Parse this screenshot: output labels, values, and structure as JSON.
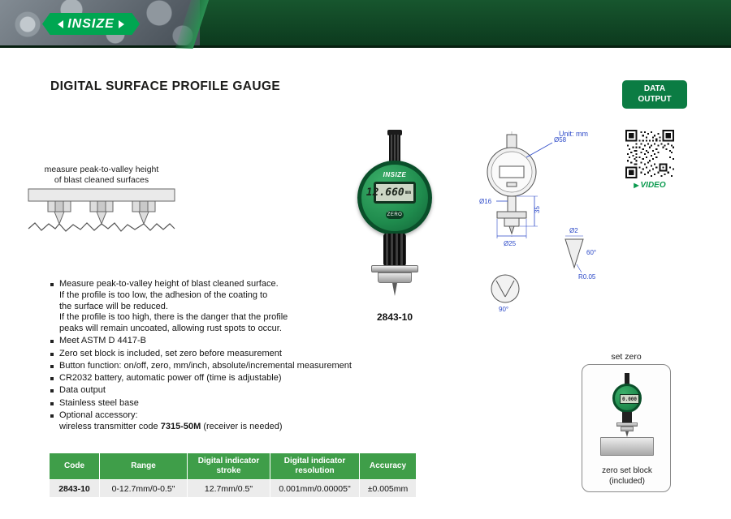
{
  "colors": {
    "brand_green": "#00a651",
    "header_dark_green": "#0c3a1e",
    "badge_green": "#0b7c43",
    "table_header_green": "#3f9e49"
  },
  "header": {
    "logo_text": "INSIZE"
  },
  "page": {
    "title": "DIGITAL SURFACE PROFILE GAUGE"
  },
  "badges": {
    "data_output": "DATA\nOUTPUT",
    "video": "VIDEO"
  },
  "illustration": {
    "caption": "measure peak-to-valley height\nof blast cleaned surfaces"
  },
  "product": {
    "code": "2843-10",
    "brand": "INSIZE",
    "lcd_value": "12.660",
    "lcd_unit": "mm",
    "zero_button": "ZERO"
  },
  "drawing": {
    "unit_note": "Unit: mm",
    "labels": {
      "d58": "Ø58",
      "d16": "Ø16",
      "h35": "35",
      "d2": "Ø2",
      "a60": "60°",
      "r005": "R0.05",
      "d25": "Ø25",
      "a90": "90°"
    }
  },
  "features": [
    "Measure peak-to-valley height of blast cleaned surface.\nIf the profile is too low, the adhesion of the coating to\nthe surface will be reduced.\nIf the profile is too high, there is the danger that the profile\npeaks will remain uncoated, allowing rust spots to occur.",
    "Meet ASTM D 4417-B",
    "Zero set block is included, set zero before measurement",
    "Button function: on/off, zero, mm/inch, absolute/incremental measurement",
    "CR2032 battery, automatic power off (time is adjustable)",
    "Data output",
    "Stainless steel base"
  ],
  "optional_accessory": {
    "intro": "Optional accessory:",
    "prefix": "wireless transmitter code ",
    "code": "7315-50M",
    "suffix": " (receiver is needed)"
  },
  "set_zero": {
    "label": "set zero",
    "lcd_value": "0.000",
    "caption": "zero set block\n(included)"
  },
  "table": {
    "headers": [
      "Code",
      "Range",
      "Digital indicator\nstroke",
      "Digital indicator\nresolution",
      "Accuracy"
    ],
    "rows": [
      [
        "2843-10",
        "0-12.7mm/0-0.5\"",
        "12.7mm/0.5\"",
        "0.001mm/0.00005\"",
        "±0.005mm"
      ]
    ]
  }
}
